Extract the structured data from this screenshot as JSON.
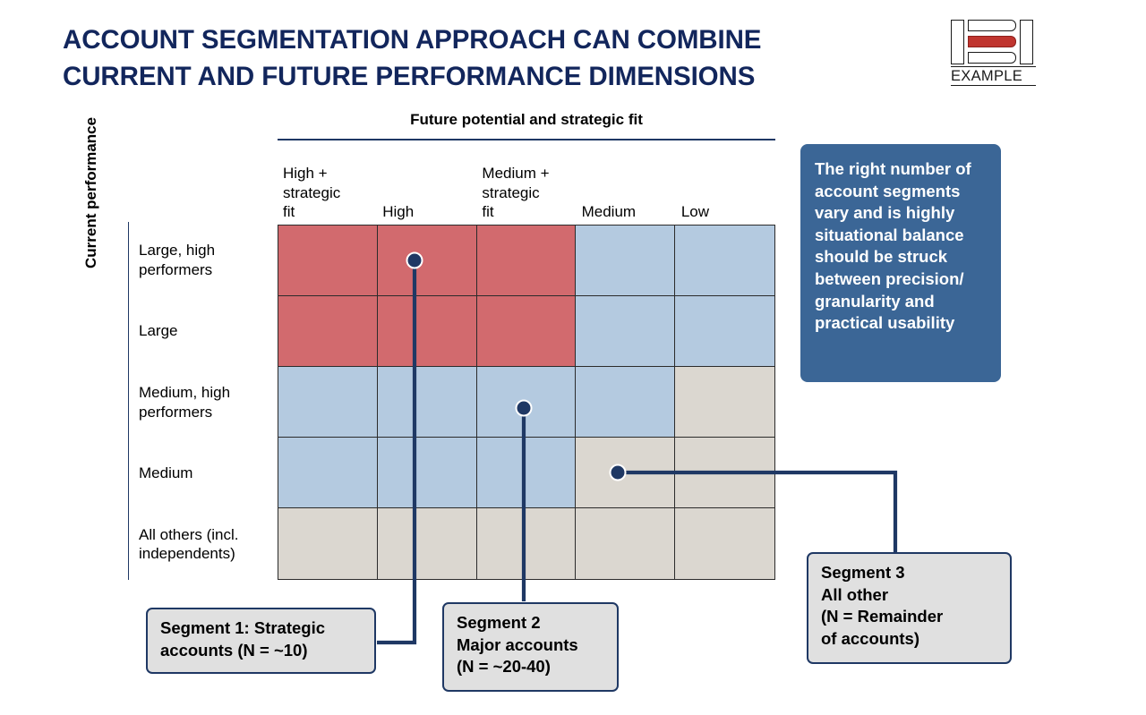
{
  "title": {
    "line1": "ACCOUNT SEGMENTATION APPROACH CAN COMBINE",
    "line2": "CURRENT AND FUTURE PERFORMANCE DIMENSIONS"
  },
  "stamp": {
    "label": "EXAMPLE",
    "accent_color": "#c0352f"
  },
  "axes": {
    "x_title": "Future potential and strategic fit",
    "y_title": "Current performance"
  },
  "chart_data": {
    "type": "heatmap",
    "title": "ACCOUNT SEGMENTATION APPROACH CAN COMBINE CURRENT AND FUTURE PERFORMANCE DIMENSIONS",
    "xlabel": "Future potential and strategic fit",
    "ylabel": "Current performance",
    "grid": true,
    "legend_position": "none",
    "columns": [
      {
        "lines": [
          "High +",
          "strategic",
          "fit"
        ]
      },
      {
        "lines": [
          "High"
        ]
      },
      {
        "lines": [
          "Medium +",
          "strategic",
          "fit"
        ]
      },
      {
        "lines": [
          "Medium"
        ]
      },
      {
        "lines": [
          "Low"
        ]
      }
    ],
    "rows": [
      {
        "lines": [
          "Large, high",
          "performers"
        ]
      },
      {
        "lines": [
          "Large"
        ]
      },
      {
        "lines": [
          "Medium, high",
          "performers"
        ]
      },
      {
        "lines": [
          "Medium"
        ]
      },
      {
        "lines": [
          "All others (incl.",
          "independents)"
        ]
      }
    ],
    "category_colors": {
      "red": "#d26a6e",
      "blue": "#b4cae0",
      "beige": "#dbd7d0"
    },
    "cells": [
      [
        "red",
        "red",
        "red",
        "blue",
        "blue"
      ],
      [
        "red",
        "red",
        "red",
        "blue",
        "blue"
      ],
      [
        "blue",
        "blue",
        "blue",
        "blue",
        "beige"
      ],
      [
        "blue",
        "blue",
        "blue",
        "beige",
        "beige"
      ],
      [
        "beige",
        "beige",
        "beige",
        "beige",
        "beige"
      ]
    ]
  },
  "blue_callout": {
    "text": "The right number of account segments vary and is highly situational balance should be struck between precision/ granularity and practical usability",
    "background": "#3b6696"
  },
  "segments": [
    {
      "id": "segment-1",
      "lines": [
        "Segment 1: Strategic",
        "accounts (N = ~10)"
      ],
      "anchor_cell": {
        "row": 0,
        "col": 1
      }
    },
    {
      "id": "segment-2",
      "lines": [
        "Segment 2",
        "Major accounts",
        "(N = ~20-40)"
      ],
      "anchor_cell": {
        "row": 2,
        "col": 2
      }
    },
    {
      "id": "segment-3",
      "lines": [
        "Segment 3",
        "All other",
        "(N = Remainder",
        "of accounts)"
      ],
      "anchor_cell": {
        "row": 3,
        "col": 3
      }
    }
  ],
  "connector_color": "#1f3864"
}
